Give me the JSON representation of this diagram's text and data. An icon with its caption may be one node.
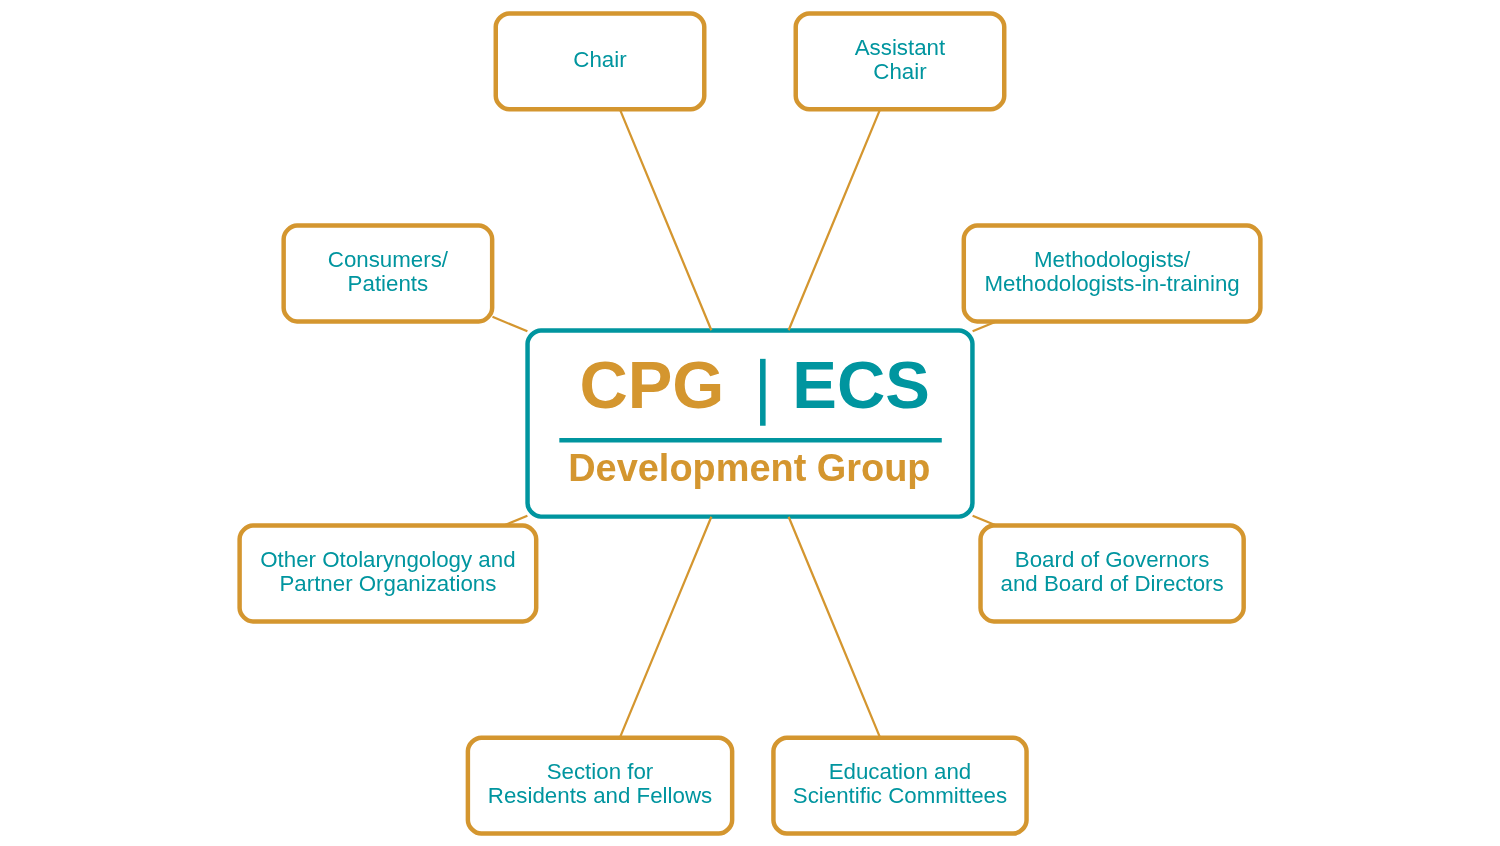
{
  "diagram": {
    "nodes": [
      {
        "text": [
          "Chair"
        ]
      },
      {
        "text": [
          "Assistant Chair"
        ]
      },
      {
        "text": [
          "Consumers/ Patients"
        ]
      },
      {
        "text": [
          "CPG",
          "ECS",
          "Development Group"
        ]
      },
      {
        "text": [
          "Methodologists/ Methodologists-in-training"
        ]
      },
      {
        "text": [
          "Other Otolaryngology and Partner Organizations"
        ]
      },
      {
        "text": [
          "Board of Governors and Board of Directors"
        ]
      },
      {
        "text": [
          "Section for Residents and Fellows"
        ]
      },
      {
        "text": [
          "Education and Scientific Committees"
        ]
      }
    ],
    "edges": [
      {
        "from": 3,
        "to": 0,
        "arrow": "none"
      },
      {
        "from": 3,
        "to": 1,
        "arrow": "none"
      },
      {
        "from": 3,
        "to": 4,
        "arrow": "none"
      },
      {
        "from": 3,
        "to": 6,
        "arrow": "none"
      },
      {
        "from": 3,
        "to": 8,
        "arrow": "none"
      },
      {
        "from": 3,
        "to": 7,
        "arrow": "none"
      },
      {
        "from": 3,
        "to": 5,
        "arrow": "none"
      },
      {
        "from": 3,
        "to": 2,
        "arrow": "none"
      }
    ]
  }
}
